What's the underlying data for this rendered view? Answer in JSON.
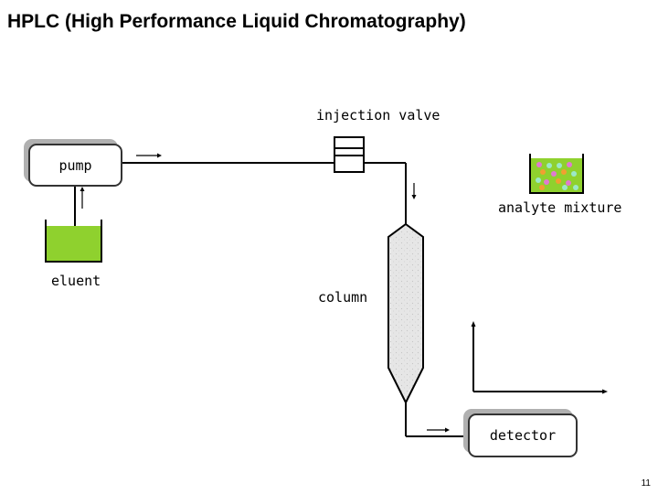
{
  "title": "HPLC (High Performance Liquid Chromatography)",
  "labels": {
    "pump": "pump",
    "injection_valve": "injection valve",
    "analyte_mixture": "analyte mixture",
    "eluent": "eluent",
    "column": "column",
    "detector": "detector"
  },
  "page_number": "11",
  "colors": {
    "eluent": "#8fd12e",
    "analyte_liquid": "#8fd12e",
    "column_fill": "#e6e6e6",
    "box_shadow": "#b0b0b0",
    "analyte_dots": [
      "#e07ad0",
      "#f0a030",
      "#9be8c8",
      "#e07ad0"
    ]
  },
  "icons": [
    "arrow-right-icon",
    "arrow-up-icon",
    "arrow-down-icon",
    "axis-icon"
  ]
}
